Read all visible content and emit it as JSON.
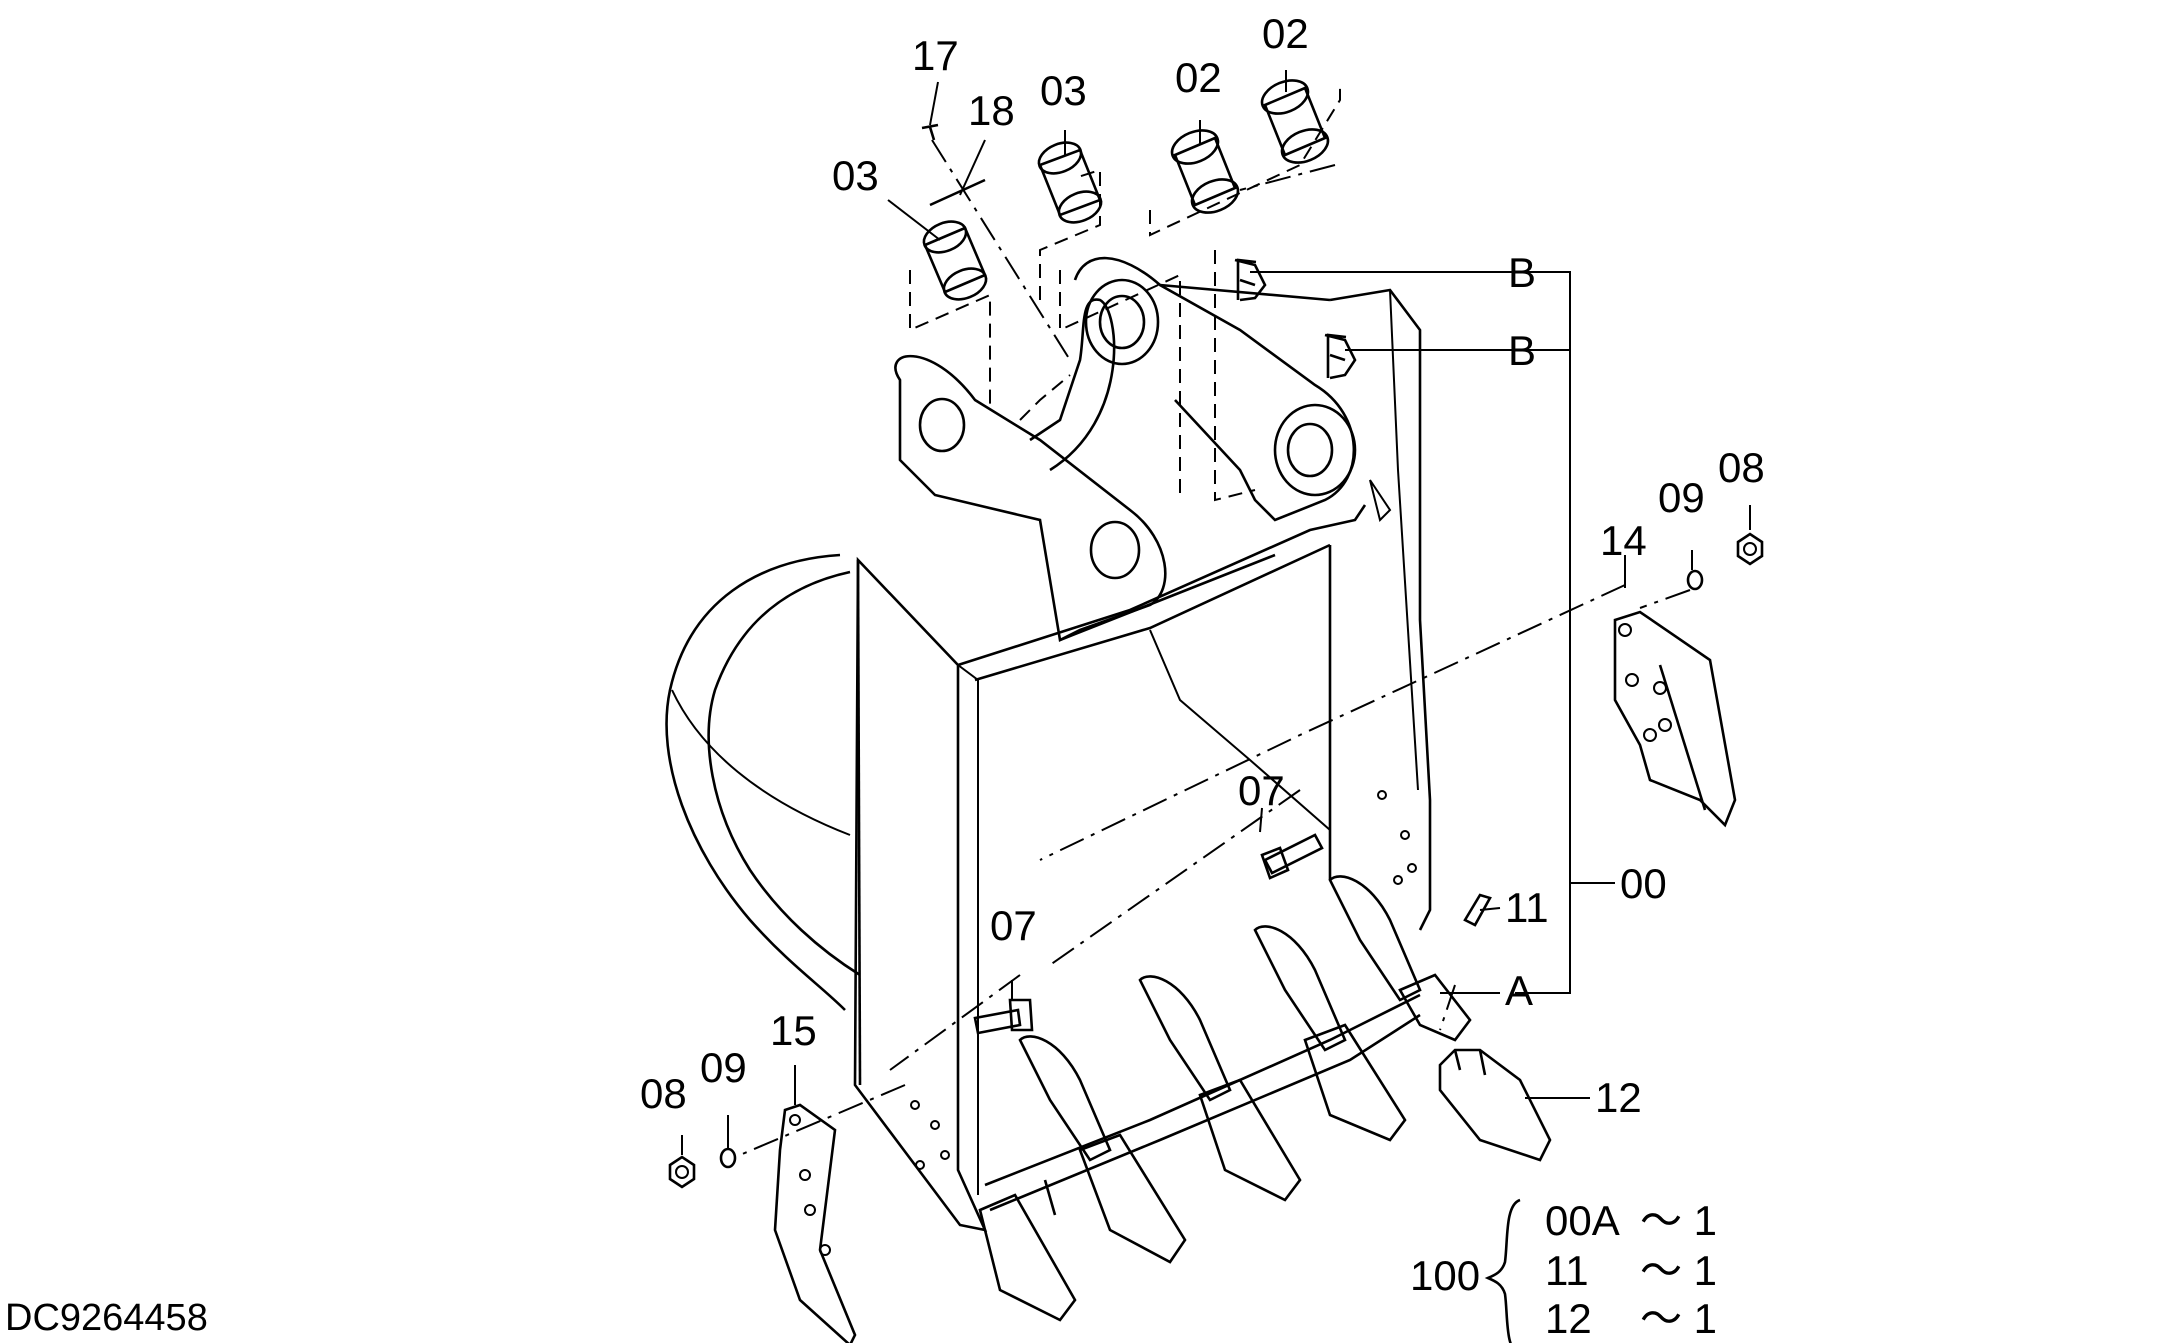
{
  "drawing": {
    "code": "DC9264458",
    "callouts": {
      "c17": "17",
      "c18": "18",
      "c03a": "03",
      "c03b": "03",
      "c02a": "02",
      "c02b": "02",
      "cBa": "B",
      "cBb": "B",
      "c08r": "08",
      "c09r": "09",
      "c14": "14",
      "c07a": "07",
      "c07b": "07",
      "c11": "11",
      "c00": "00",
      "cA": "A",
      "c12": "12",
      "c15": "15",
      "c09l": "09",
      "c08l": "08"
    },
    "kit": {
      "number": "100",
      "rows": [
        {
          "part": "00A",
          "qty": "～ 1"
        },
        {
          "part": "11",
          "qty": "～ 1"
        },
        {
          "part": "12",
          "qty": "～ 1"
        }
      ]
    }
  }
}
